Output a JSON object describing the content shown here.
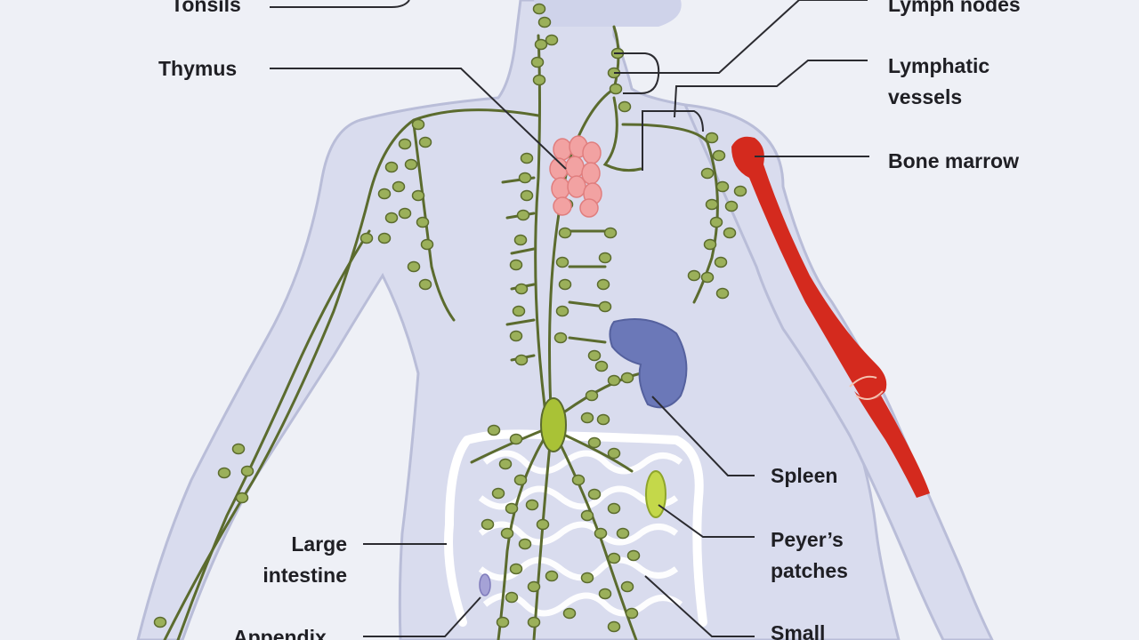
{
  "diagram": {
    "labels": {
      "tonsils": "Tonsils",
      "thymus": "Thymus",
      "large_intestine": "Large\nintestine",
      "appendix": "Appendix",
      "lymph_nodes": "Lymph nodes",
      "lymphatic_vessels": "Lymphatic\nvessels",
      "bone_marrow": "Bone marrow",
      "spleen": "Spleen",
      "peyers_patches": "Peyer’s\npatches",
      "small_intestine": "Small"
    },
    "colors": {
      "background": "#eef0f6",
      "body": "#d9dcee",
      "body_outline": "#b9bdd8",
      "lymph_vessel": "#5b6b2e",
      "lymph_node": "#9bb05a",
      "thymus": "#f2a2a2",
      "spleen": "#6b78b8",
      "bone_marrow": "#d42a1e",
      "peyers_patches": "#c4d84a",
      "cisterna_chyli": "#a9c236",
      "leader_line": "#2b2b30",
      "intestine": "#ffffff"
    }
  }
}
